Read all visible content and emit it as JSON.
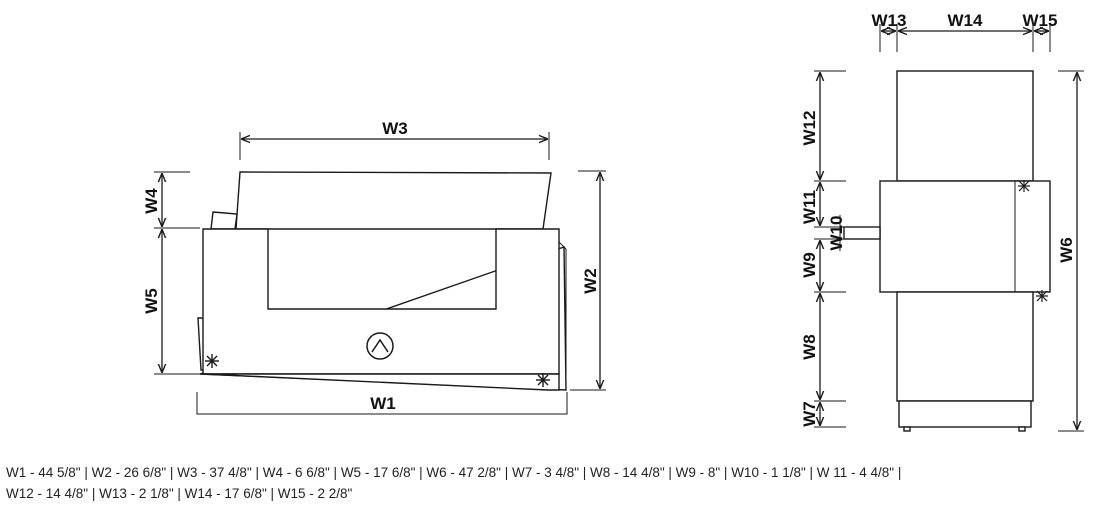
{
  "labels": {
    "w1": "W1",
    "w2": "W2",
    "w3": "W3",
    "w4": "W4",
    "w5": "W5",
    "w6": "W6",
    "w7": "W7",
    "w8": "W8",
    "w9": "W9",
    "w10": "W10",
    "w11": "W11",
    "w12": "W12",
    "w13": "W13",
    "w14": "W14",
    "w15": "W15"
  },
  "legend": {
    "line1": "W1 - 44 5/8\" | W2 - 26 6/8\" | W3 - 37 4/8\" | W4 - 6 6/8\" | W5 - 17 6/8\" | W6 - 47 2/8\" | W7 - 3 4/8\" | W8 - 14 4/8\" | W9 - 8\" | W10 - 1 1/8\" | W 11 - 4 4/8\" |",
    "line2": "W12 - 14 4/8\" | W13 - 2 1/8\" | W14 - 17 6/8\" | W15 - 2 2/8\""
  },
  "colors": {
    "line": "#1a1a1a",
    "text": "#222222"
  }
}
